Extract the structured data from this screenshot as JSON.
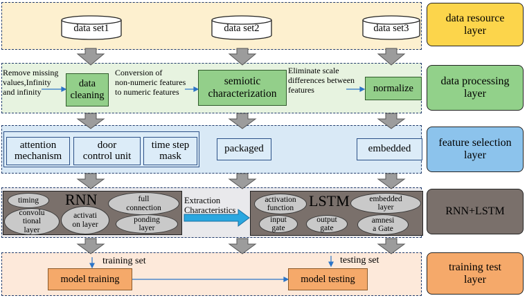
{
  "layers": {
    "resource": "data resource layer",
    "processing": "data processing layer",
    "feature": "feature selection layer",
    "model": "RNN+LSTM",
    "training": "training test layer"
  },
  "datasets": [
    "data set1",
    "data set2",
    "data set3"
  ],
  "processing": {
    "note1": [
      "Remove missing",
      "values,Infinity",
      "and infinity"
    ],
    "box1": [
      "data",
      "cleaning"
    ],
    "note2": [
      "Conversion of",
      "non-numeric features",
      "to numeric features"
    ],
    "box2": [
      "semiotic",
      "characterization"
    ],
    "note3": [
      "Eliminate scale",
      "differences between",
      "features"
    ],
    "box3": "normalize"
  },
  "feature": {
    "attention": [
      "attention",
      "mechanism"
    ],
    "door": [
      "door",
      "control unit"
    ],
    "timestep": [
      "time step",
      "mask"
    ],
    "packaged": "packaged",
    "embedded": "embedded"
  },
  "rnn": {
    "title": "RNN",
    "timing": "timing",
    "conv": [
      "convolu",
      "tional",
      "layer"
    ],
    "activation": [
      "activati",
      "on layer"
    ],
    "full": [
      "full",
      "connection"
    ],
    "ponding": [
      "ponding",
      "layer"
    ]
  },
  "arrow_label": [
    "Extraction",
    "Characteristics"
  ],
  "lstm": {
    "title": "LSTM",
    "activation": [
      "activation",
      "function"
    ],
    "input": [
      "input",
      "gate"
    ],
    "output": [
      "output",
      "gate"
    ],
    "embedded": [
      "embedded",
      "layer"
    ],
    "amnesia": [
      "amnesi",
      "a Gate"
    ]
  },
  "training": {
    "train_label": "training set",
    "test_label": "testing set",
    "train_box": "model training",
    "test_box": "model testing"
  },
  "colors": {
    "band_resource": "#fdf0cf",
    "band_processing": "#e7f3e0",
    "band_feature": "#d9e9f6",
    "band_model": "#e9e9ec",
    "band_training": "#fde9da",
    "label_resource": "#fcd54b",
    "label_processing": "#92d18a",
    "label_feature": "#8cc3ec",
    "label_model": "#7a706b",
    "label_training": "#f5a96a"
  }
}
